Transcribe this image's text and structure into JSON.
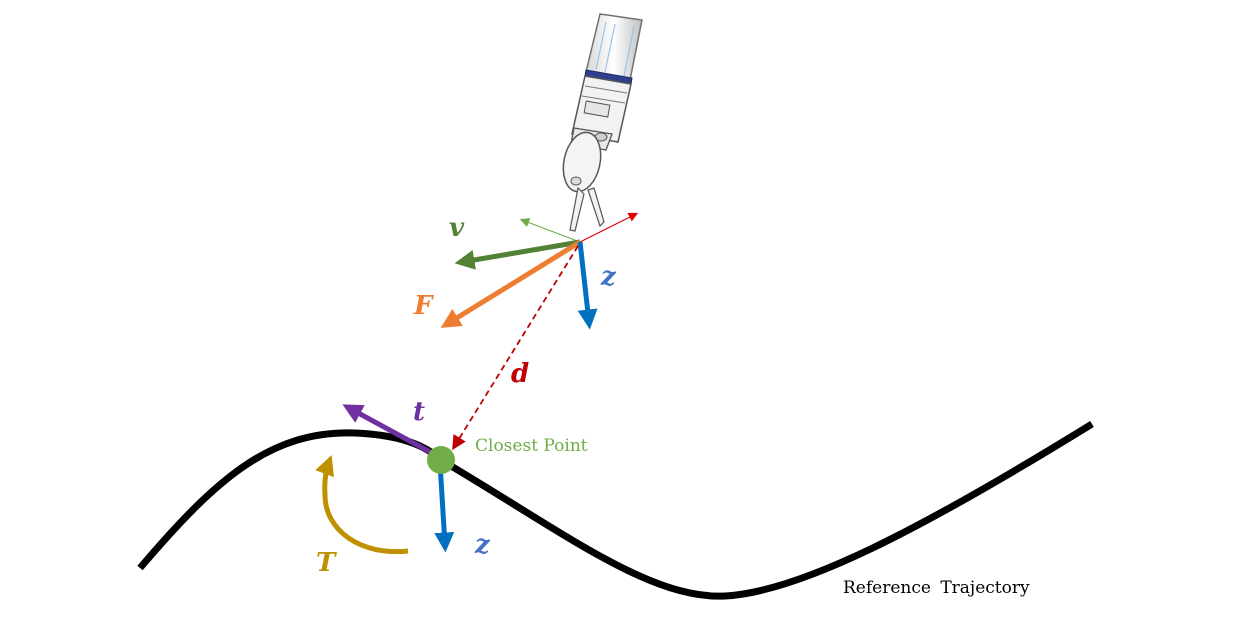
{
  "labels": {
    "v": "v",
    "F": "F",
    "z_tool": "z",
    "d": "d",
    "t": "t",
    "closest_point": "Closest Point",
    "z_curve": "z",
    "T": "T",
    "reference_trajectory": "Reference Trajectory"
  },
  "colors": {
    "v": "#548235",
    "F": "#ED7D31",
    "z": "#0070C0",
    "z_label": "#4472C4",
    "d": "#C00000",
    "t": "#7030A0",
    "T": "#BF9000",
    "closest_point": "#70AD47",
    "trajectory": "#000000",
    "text": "#000000"
  },
  "icons": {
    "tool": "surgical-gripper-icon"
  }
}
